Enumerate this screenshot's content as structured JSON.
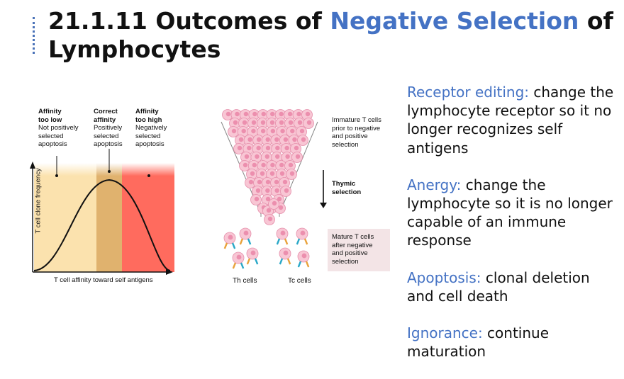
{
  "title": {
    "pre": "21.1.11 Outcomes of ",
    "highlight": "Negative Selection",
    "post": " of Lymphocytes"
  },
  "left_figure": {
    "headers": [
      {
        "line1": "Affinity",
        "line2": "too low",
        "line3": "Not positively",
        "line4": "selected",
        "line5": "apoptosis"
      },
      {
        "line1": "Correct",
        "line2": "affinity",
        "line3": "Positively",
        "line4": "selected",
        "line5": "apoptosis"
      },
      {
        "line1": "Affinity",
        "line2": "too high",
        "line3": "Negatively",
        "line4": "selected",
        "line5": "apoptosis"
      }
    ],
    "xlabel": "T cell affinity toward self antigens",
    "ylabel": "T cell clone frequency",
    "zone_colors": [
      "#fbe2ae",
      "#e0b26e",
      "#ff6b5e"
    ]
  },
  "middle_figure": {
    "immature_label": [
      "Immature T cells",
      "prior to negative",
      "and positive",
      "selection"
    ],
    "thymic_label": [
      "Thymic",
      "selection"
    ],
    "mature_label": [
      "Mature T cells",
      "after negative",
      "and positive",
      "selection"
    ],
    "th_label": "Th cells",
    "tc_label": "Tc cells"
  },
  "outcomes": [
    {
      "term": "Receptor editing:",
      "text": " change the lymphocyte receptor so it no longer recognizes self antigens"
    },
    {
      "term": "Anergy:",
      "text": " change the lymphocyte so it is no longer capable of an immune response"
    },
    {
      "term": "Apoptosis:",
      "text": " clonal deletion and cell death"
    },
    {
      "term": "Ignorance:",
      "text": " continue maturation"
    }
  ],
  "colors": {
    "accent": "#4472c4",
    "cell_pink": "#f6b6c8"
  }
}
